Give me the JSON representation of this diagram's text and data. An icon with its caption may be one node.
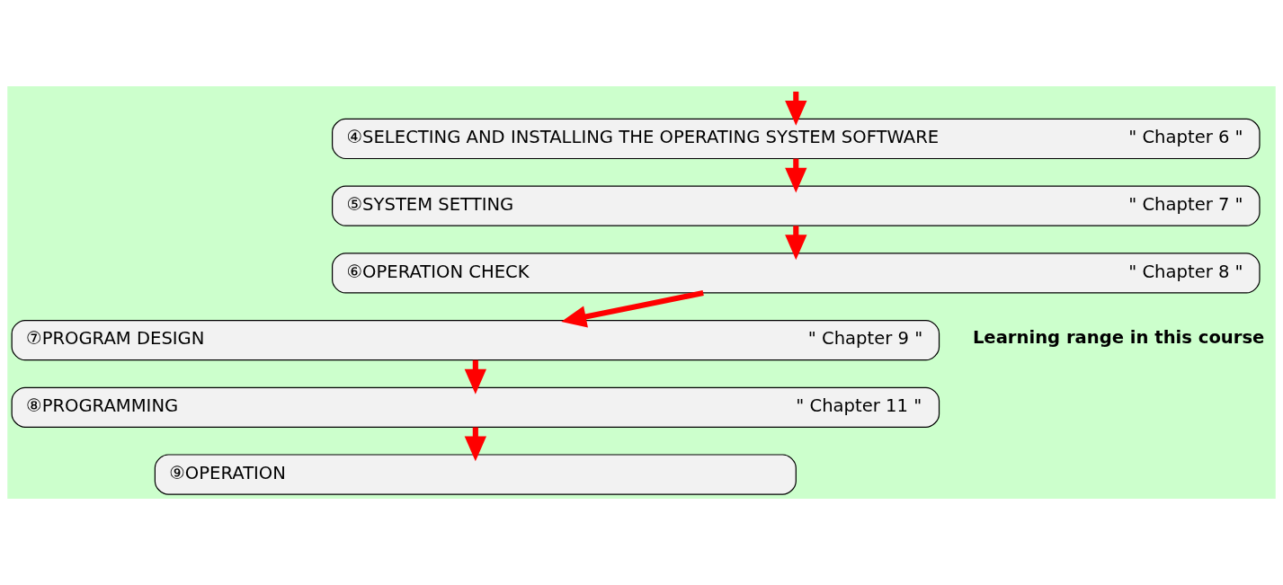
{
  "diagram": {
    "nodes": [
      {
        "text": [
          "④SELECTING AND INSTALLING THE OPERATING SYSTEM SOFTWARE",
          "\" Chapter 6 \""
        ]
      },
      {
        "text": [
          "⑤SYSTEM SETTING",
          "\" Chapter 7 \""
        ]
      },
      {
        "text": [
          "⑥OPERATION CHECK",
          "\" Chapter 8 \""
        ]
      },
      {
        "text": [
          "⑦PROGRAM DESIGN",
          "\" Chapter 9 \""
        ]
      },
      {
        "text": [
          "⑧PROGRAMMING",
          "\" Chapter 11 \""
        ]
      },
      {
        "text": [
          "⑨OPERATION"
        ]
      }
    ],
    "edges": [
      {
        "from": null,
        "to": 0,
        "arrow": "to"
      },
      {
        "from": 0,
        "to": 1,
        "arrow": "to"
      },
      {
        "from": 1,
        "to": 2,
        "arrow": "to"
      },
      {
        "from": 2,
        "to": 3,
        "arrow": "to"
      },
      {
        "from": 3,
        "to": 4,
        "arrow": "to"
      },
      {
        "from": 4,
        "to": 5,
        "arrow": "to"
      }
    ],
    "labels": [
      "Learning range in this course"
    ]
  }
}
